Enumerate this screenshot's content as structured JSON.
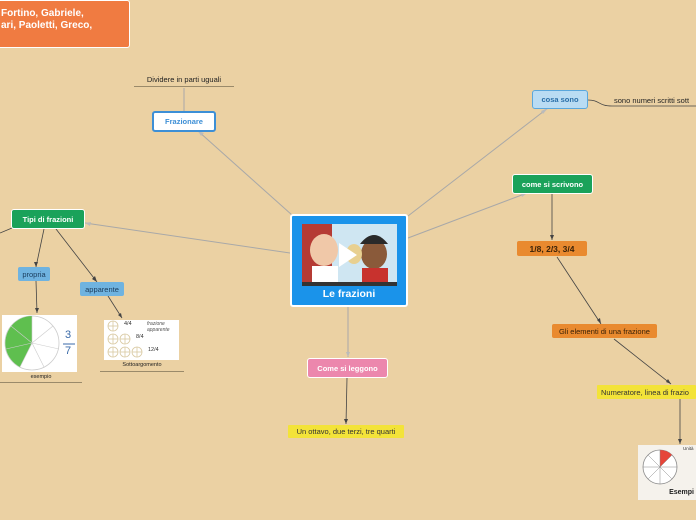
{
  "authors": {
    "line1": "Fortino, Gabriele,",
    "line2": "ari, Paoletti, Greco,"
  },
  "center": {
    "title": "Le frazioni"
  },
  "nodes": {
    "frazionare": "Frazionare",
    "dividere": "Dividere in parti uguali",
    "tipi": "Tipi di frazioni",
    "propria": "propria",
    "apparente": "apparente",
    "esempio": "esempio",
    "sottoargomento": "Sottoargomento",
    "come_leggono": "Come si leggono",
    "lettura": "Un ottavo, due terzi, tre quarti",
    "cosa_sono": "cosa sono",
    "cosa_sono_desc": "sono numeri scritti sott",
    "come_scrivono": "come si scrivono",
    "esempi_frazioni": "1/8, 2/3, 3/4",
    "elementi": "Gli elementi di una frazione",
    "numeratore": "Numeratore, linea di frazio",
    "esempi": "Esempi"
  },
  "fraction_image": {
    "numerator": "3",
    "denominator": "7"
  },
  "apparent_image": {
    "label_top": "frazione apparente",
    "f1": "4/4",
    "f2": "8/4",
    "f3": "12/4"
  },
  "esempi_image": {
    "label": "Unità"
  },
  "colors": {
    "background": "#ebd1a3",
    "central": "#1a93ea",
    "green": "#1aa25a",
    "orange": "#e98a2f",
    "yellow": "#f3e339",
    "pink": "#ec87ad",
    "author_box": "#f07b41"
  }
}
